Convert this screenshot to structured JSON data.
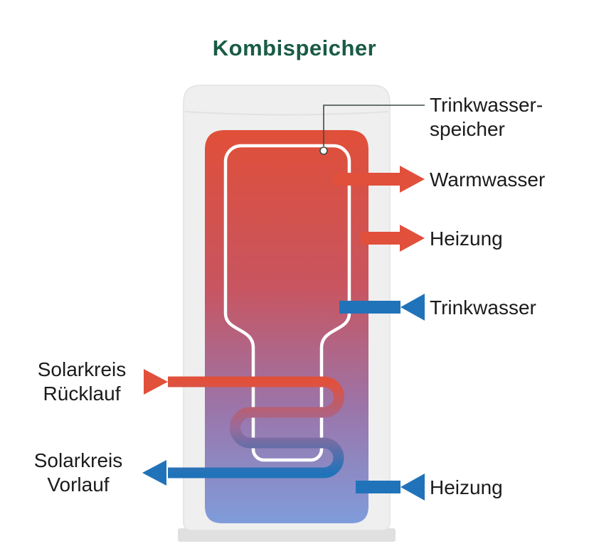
{
  "title": "Kombispeicher",
  "labels": {
    "inner_tank": {
      "line1": "Trinkwasser-",
      "line2": "speicher"
    },
    "warm_water": "Warmwasser",
    "heating_supply": "Heizung",
    "drinking_water": "Trinkwasser",
    "solar_return": {
      "line1": "Solarkreis",
      "line2": "Rücklauf"
    },
    "solar_flow": {
      "line1": "Solarkreis",
      "line2": "Vorlauf"
    },
    "heating_return": "Heizung"
  },
  "colors": {
    "green": "#195B46",
    "red": "#E1503B",
    "blue": "#2173B9",
    "text": "#1B1B1B",
    "shell": "#EFEFEF",
    "shell-edge": "#E2E2E2",
    "base": "#E0E0E0",
    "grad-top": "#E04F39",
    "grad-mid1": "#C85560",
    "grad-mid2": "#9C74A8",
    "grad-bottom": "#7F9CDB",
    "coil-mid": "#9A6A9B",
    "leader": "#3D4C46"
  }
}
